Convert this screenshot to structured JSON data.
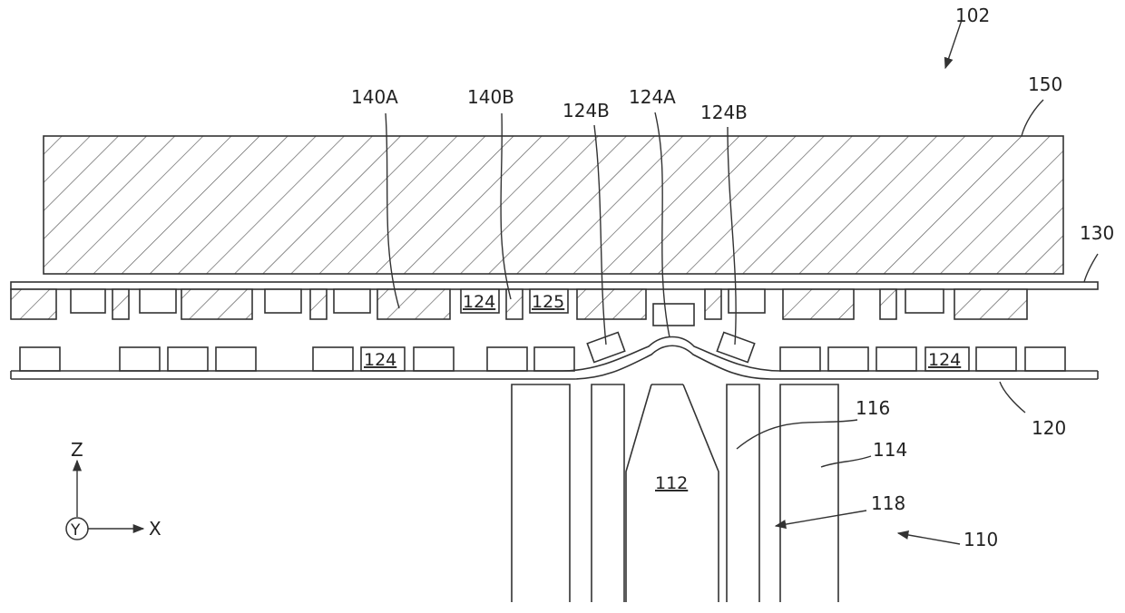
{
  "figure": {
    "ref_assembly": "102",
    "ref_plate_top": "150",
    "ref_layer_130": "130",
    "ref_layer_120": "120",
    "ref_140A": "140A",
    "ref_140B": "140B",
    "ref_124B_left": "124B",
    "ref_124A": "124A",
    "ref_124B_right": "124B",
    "ref_124_top": "124",
    "ref_125": "125",
    "ref_124_bottom_left": "124",
    "ref_124_bottom_right": "124",
    "ref_112": "112",
    "ref_116": "116",
    "ref_114": "114",
    "ref_118": "118",
    "ref_110": "110",
    "axis_z": "Z",
    "axis_y": "Y",
    "axis_x": "X"
  }
}
